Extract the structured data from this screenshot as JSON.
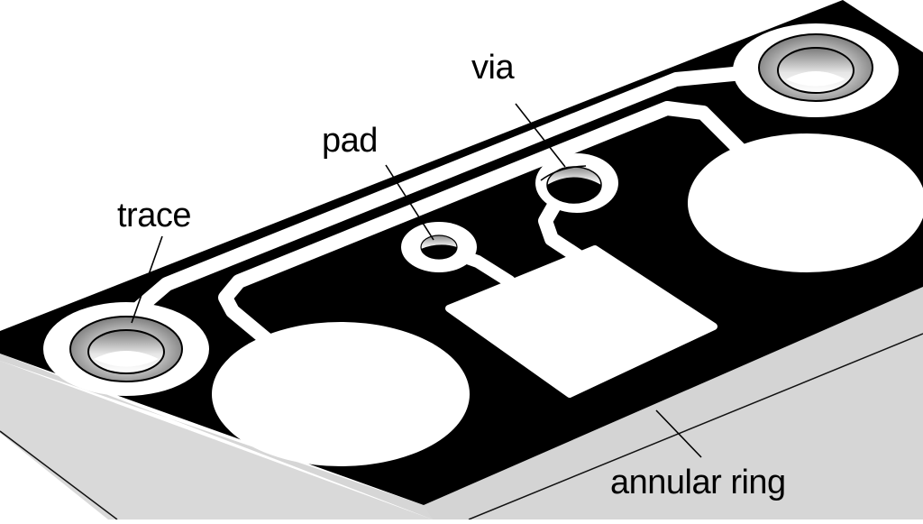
{
  "diagram": {
    "subject": "printed circuit board (isometric view)",
    "colors": {
      "background": "#ffffff",
      "board_mask": "#000000",
      "copper": "#ffffff",
      "board_edge": "#d8d8d8",
      "plated_ring": "#9a9a9a"
    },
    "labels": [
      {
        "id": "trace",
        "text": "trace"
      },
      {
        "id": "pad",
        "text": "pad"
      },
      {
        "id": "via",
        "text": "via"
      },
      {
        "id": "annular_ring",
        "text": "annular ring"
      }
    ],
    "components": [
      {
        "type": "mounting-hole",
        "name": "left plated hole"
      },
      {
        "type": "mounting-hole",
        "name": "right plated hole"
      },
      {
        "type": "pad",
        "name": "small round pad"
      },
      {
        "type": "via",
        "name": "via"
      },
      {
        "type": "smd-pad",
        "name": "square pad"
      },
      {
        "type": "large-pad",
        "name": "left circular pad"
      },
      {
        "type": "large-pad",
        "name": "right circular pad"
      },
      {
        "type": "trace",
        "name": "outer trace"
      },
      {
        "type": "trace",
        "name": "inner trace"
      }
    ]
  }
}
